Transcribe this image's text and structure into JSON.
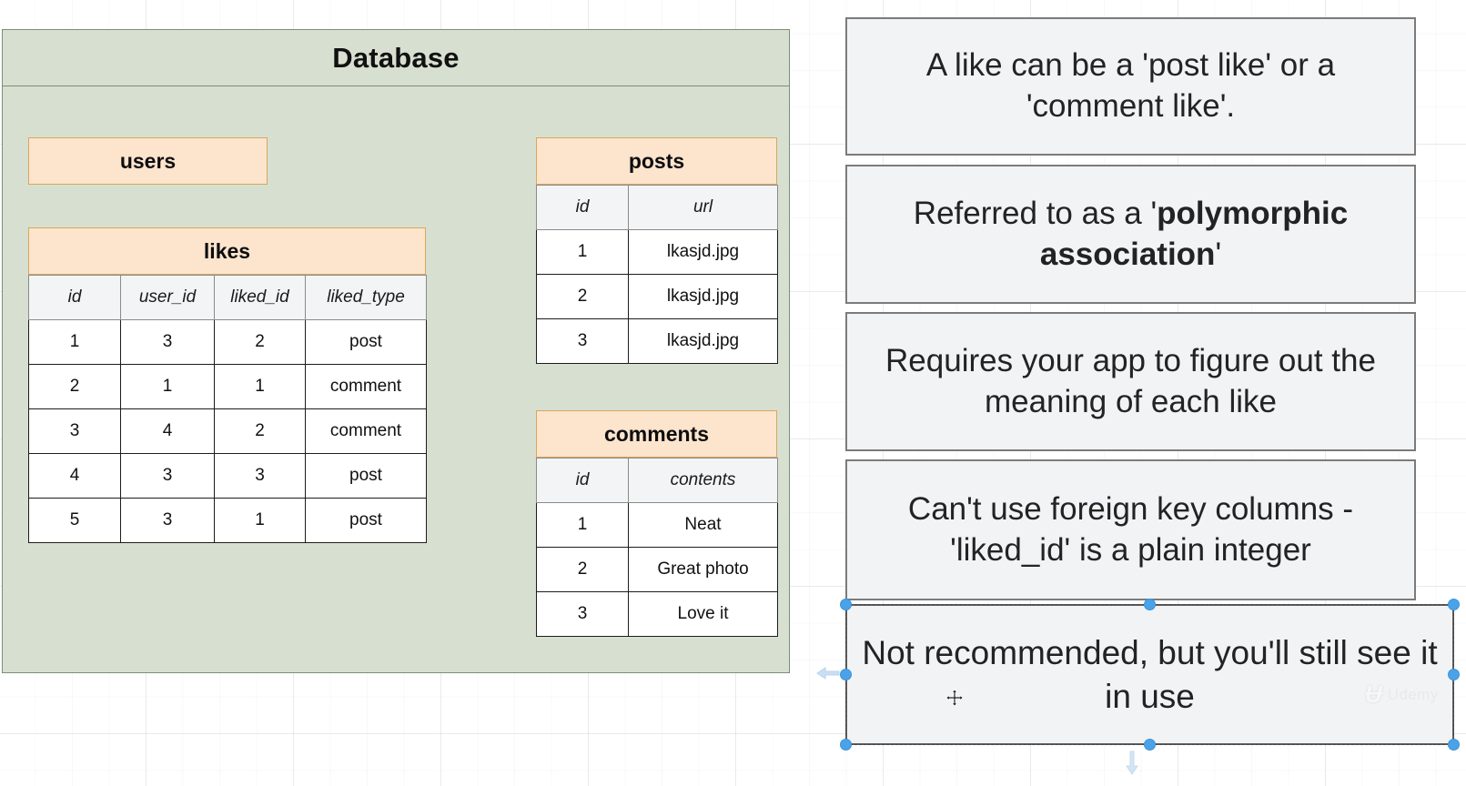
{
  "database": {
    "title": "Database",
    "entities": [
      {
        "name": "users",
        "columns": [],
        "rows": []
      },
      {
        "name": "likes",
        "columns": [
          "id",
          "user_id",
          "liked_id",
          "liked_type"
        ],
        "rows": [
          [
            "1",
            "3",
            "2",
            "post"
          ],
          [
            "2",
            "1",
            "1",
            "comment"
          ],
          [
            "3",
            "4",
            "2",
            "comment"
          ],
          [
            "4",
            "3",
            "3",
            "post"
          ],
          [
            "5",
            "3",
            "1",
            "post"
          ]
        ]
      },
      {
        "name": "posts",
        "columns": [
          "id",
          "url"
        ],
        "rows": [
          [
            "1",
            "lkasjd.jpg"
          ],
          [
            "2",
            "lkasjd.jpg"
          ],
          [
            "3",
            "lkasjd.jpg"
          ]
        ]
      },
      {
        "name": "comments",
        "columns": [
          "id",
          "contents"
        ],
        "rows": [
          [
            "1",
            "Neat"
          ],
          [
            "2",
            "Great photo"
          ],
          [
            "3",
            "Love it"
          ]
        ]
      }
    ]
  },
  "notes": [
    {
      "text": "A like can be a 'post like' or a 'comment like'."
    },
    {
      "text_before": "Referred to as a '",
      "text_bold": "polymorphic association",
      "text_after": "'"
    },
    {
      "text": "Requires your app to figure out the meaning of each like"
    },
    {
      "text": "Can't use foreign key columns - 'liked_id' is a plain integer"
    },
    {
      "text": "Not recommended, but you'll still see it in use",
      "selected": true
    }
  ],
  "cursor": {
    "glyph": "✥"
  },
  "watermark": {
    "mark": "Ʉ",
    "text": "Udemy"
  },
  "colors": {
    "container_fill": "#d7e0d0",
    "container_border": "#7d8d76",
    "entity_header_fill": "#fce4cd",
    "entity_header_border": "#d6a85b",
    "note_fill": "#f2f3f5",
    "note_border": "#7b7b7b",
    "handle": "#4aa3e8"
  }
}
